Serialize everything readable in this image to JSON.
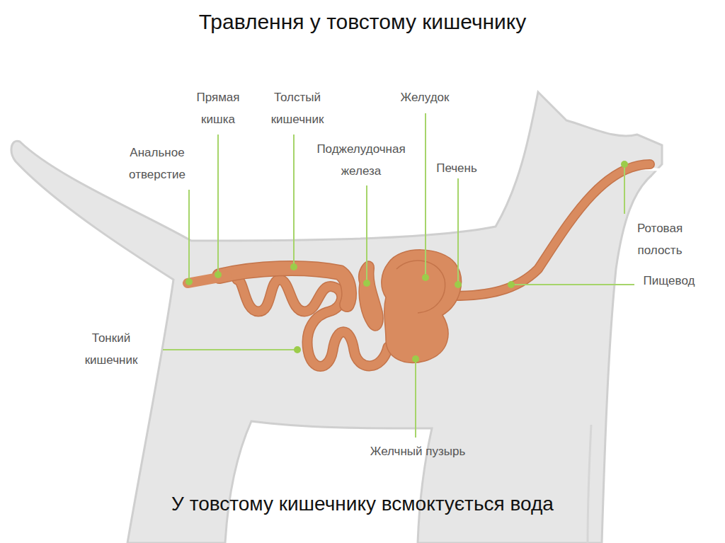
{
  "diagram": {
    "title": "Травлення у товстому кишечнику",
    "caption": "У товстому кишечнику всмоктується вода",
    "labels": [
      "Прямая кишка",
      "Толстый кишечник",
      "Желудок",
      "Анальное отверстие",
      "Поджелудочная железа",
      "Печень",
      "Ротовая полость",
      "Пищевод",
      "Тонкий кишечник",
      "Желчный пузырь"
    ]
  }
}
